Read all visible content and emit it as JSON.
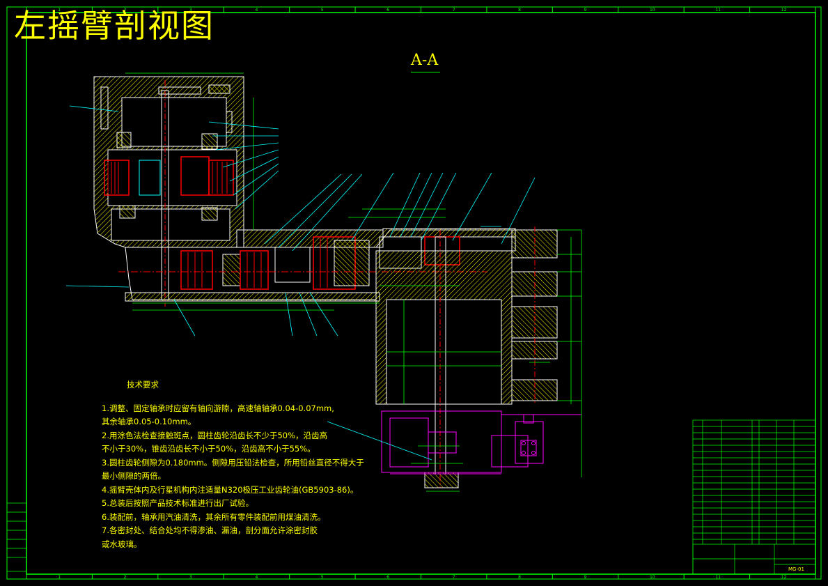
{
  "title": "左摇臂剖视图",
  "section": "A-A",
  "notes_heading": "技术要求",
  "notes": [
    "1.调整、固定轴承时应留有轴向游隙，高速轴轴承0.04-0.07mm,",
    "  其余轴承0.05-0.10mm。",
    "2.用涂色法检查接触斑点，圆柱齿轮沿齿长不少于50%，沿齿高",
    "  不小于30%，锥齿沿齿长不小于50%，沿齿高不小于55%。",
    "3.圆柱齿轮侧隙为0.180mm。侧隙用压铅法检查，所用铅丝直径不得大于",
    "  最小侧隙的两倍。",
    "4.摇臂壳体内及行星机构内注适量N320极压工业齿轮油(GB5903-86)。",
    "5.总装后按照产品技术标准进行出厂试验。",
    "6.装配前，轴承用汽油清洗，其余所有零件装配前用煤油清洗。",
    "7.各密封处、结合处均不得渗油、漏油，剖分面允许涂密封胶",
    "  或水玻璃。"
  ],
  "border_top_numbers": [
    "1",
    "2",
    "3",
    "4",
    "5",
    "6",
    "7",
    "8",
    "9",
    "10",
    "11",
    "12"
  ],
  "border_bottom_numbers": [
    "1",
    "2",
    "3",
    "4",
    "5",
    "6",
    "7",
    "8",
    "9",
    "10",
    "11",
    "12"
  ],
  "drawing_number": "MG-01",
  "colors": {
    "background": "#000000",
    "frame": "#00ff00",
    "leader": "#00ffff",
    "hatch": "#ffff00",
    "outline": "#ffffff",
    "centerline": "#ff0000",
    "motor": "#ff00ff",
    "text": "#ffff00"
  }
}
